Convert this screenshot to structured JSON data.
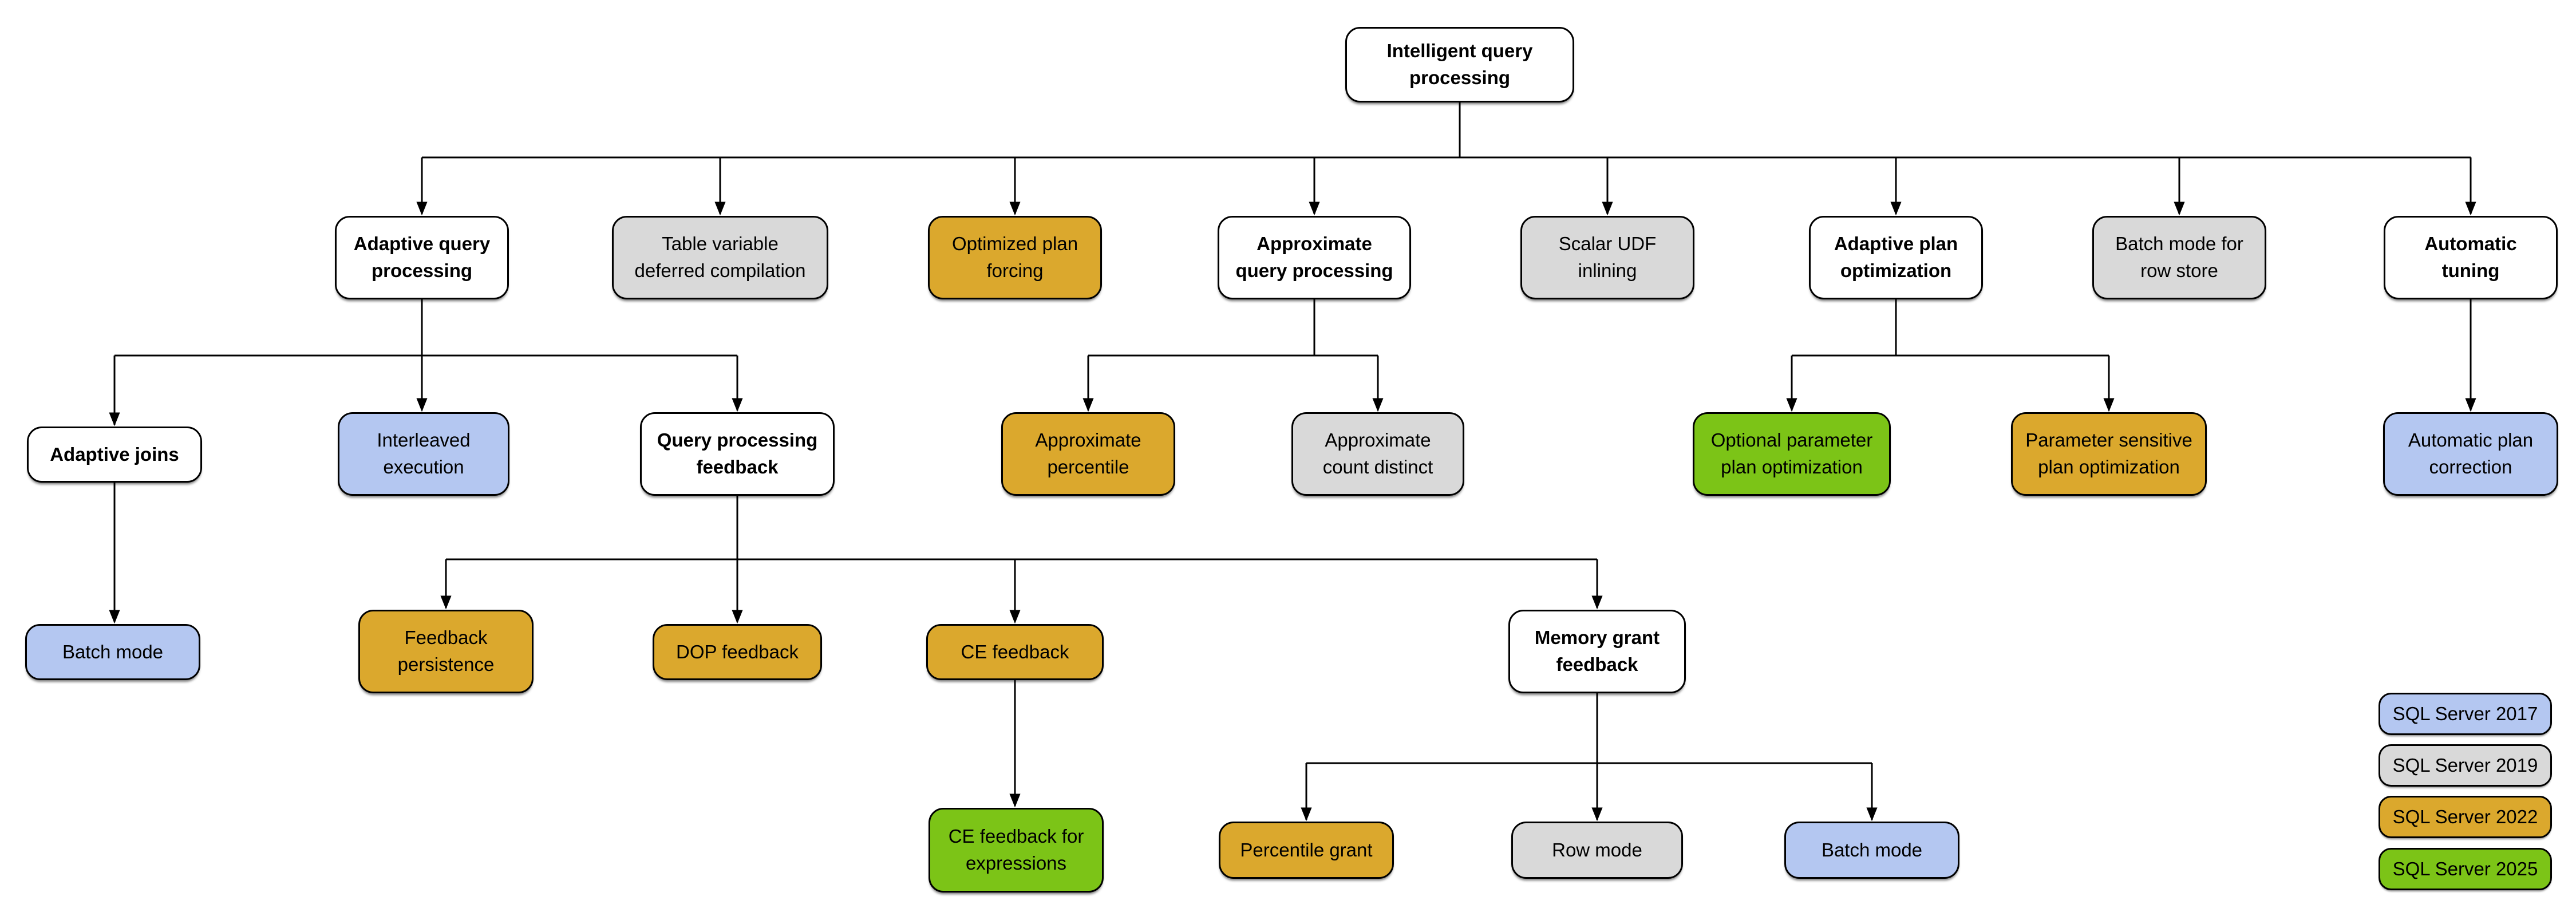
{
  "diagram": {
    "colors": {
      "background": "#FFFFFF",
      "line": "#000000",
      "white_node": "#FFFFFF",
      "blue": "#B4C7F1",
      "gray": "#D9D9D9",
      "gold": "#DBA82D",
      "green": "#7CC417"
    },
    "nodes": {
      "root": {
        "label": "Intelligent query\nprocessing",
        "fill": "white"
      },
      "aqp": {
        "label": "Adaptive query\nprocessing",
        "fill": "white"
      },
      "tvdc": {
        "label": "Table variable\ndeferred compilation",
        "fill": "gray"
      },
      "opf": {
        "label": "Optimized plan\nforcing",
        "fill": "gold"
      },
      "approx_qp": {
        "label": "Approximate\nquery processing",
        "fill": "white"
      },
      "scalar_udf": {
        "label": "Scalar UDF\ninlining",
        "fill": "gray"
      },
      "apo": {
        "label": "Adaptive plan\noptimization",
        "fill": "white"
      },
      "bmrs": {
        "label": "Batch mode for\nrow store",
        "fill": "gray"
      },
      "autotune": {
        "label": "Automatic\ntuning",
        "fill": "white"
      },
      "adaptive_joins": {
        "label": "Adaptive joins",
        "fill": "white"
      },
      "interleaved": {
        "label": "Interleaved\nexecution",
        "fill": "blue"
      },
      "qpf": {
        "label": "Query processing\nfeedback",
        "fill": "white"
      },
      "approx_pct": {
        "label": "Approximate\npercentile",
        "fill": "gold"
      },
      "approx_cd": {
        "label": "Approximate\ncount distinct",
        "fill": "gray"
      },
      "oppo": {
        "label": "Optional parameter\nplan optimization",
        "fill": "green"
      },
      "pspo": {
        "label": "Parameter sensitive\nplan optimization",
        "fill": "gold"
      },
      "apc": {
        "label": "Automatic plan\ncorrection",
        "fill": "blue"
      },
      "batch_mode_aj": {
        "label": "Batch mode",
        "fill": "blue"
      },
      "fp": {
        "label": "Feedback\npersistence",
        "fill": "gold"
      },
      "dop": {
        "label": "DOP feedback",
        "fill": "gold"
      },
      "ce": {
        "label": "CE feedback",
        "fill": "gold"
      },
      "mgf": {
        "label": "Memory grant\nfeedback",
        "fill": "white"
      },
      "cefe": {
        "label": "CE feedback for\nexpressions",
        "fill": "green"
      },
      "pg": {
        "label": "Percentile grant",
        "fill": "gold"
      },
      "row_mode": {
        "label": "Row mode",
        "fill": "gray"
      },
      "batch_mode_mgf": {
        "label": "Batch mode",
        "fill": "blue"
      }
    },
    "legend": {
      "items": [
        {
          "label": "SQL Server 2017",
          "color": "#B4C7F1"
        },
        {
          "label": "SQL Server 2019",
          "color": "#D9D9D9"
        },
        {
          "label": "SQL Server 2022",
          "color": "#DBA82D"
        },
        {
          "label": "SQL Server 2025",
          "color": "#7CC417"
        }
      ]
    }
  }
}
